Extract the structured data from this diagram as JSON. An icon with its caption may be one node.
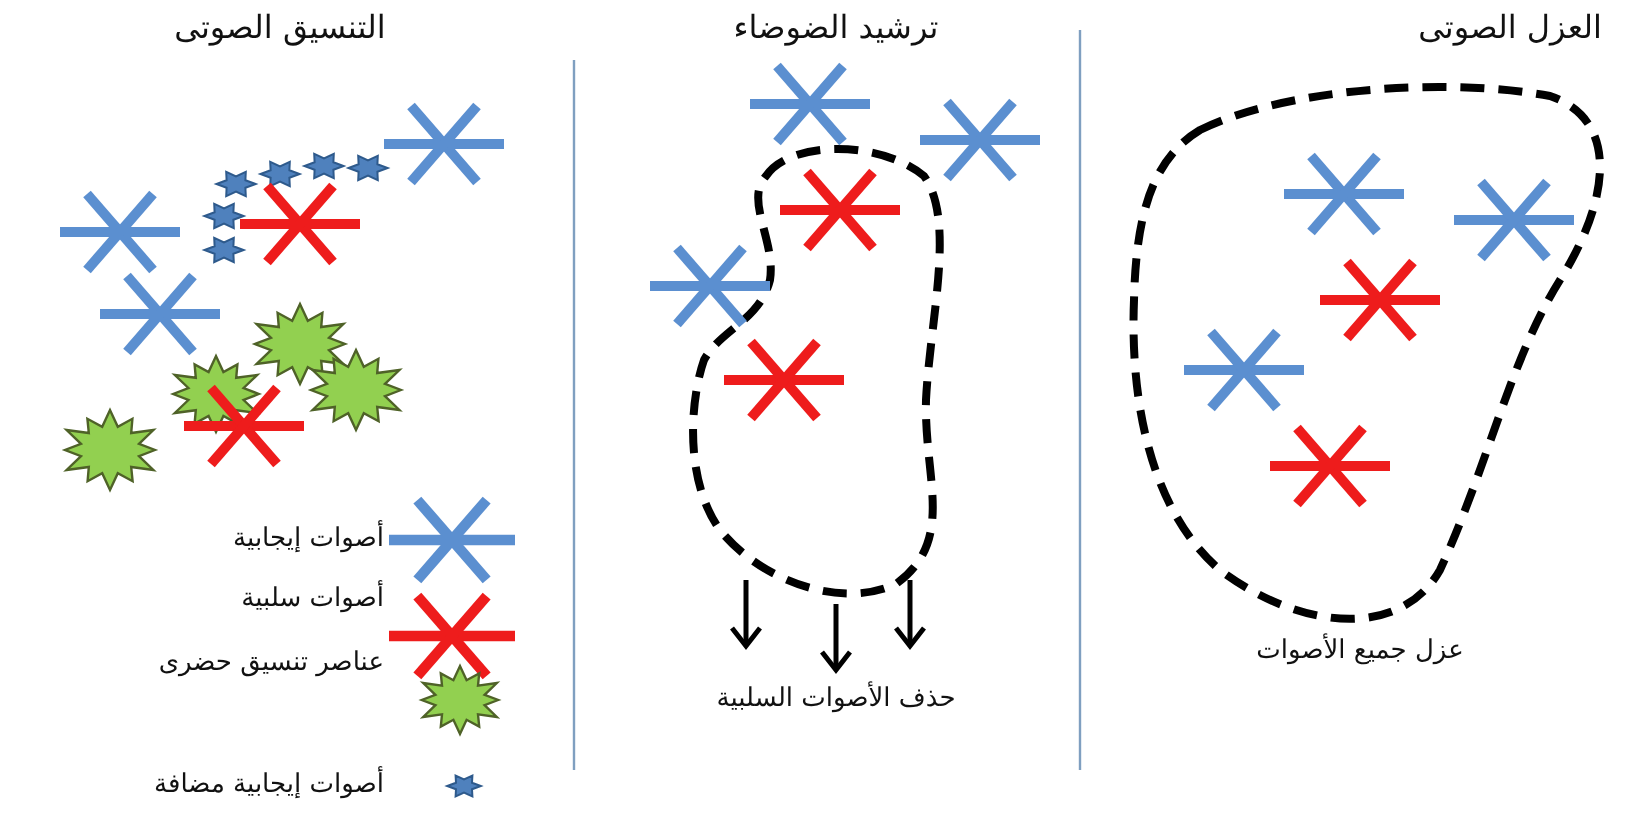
{
  "diagram": {
    "labels": [
      "التنسيق الصوتى",
      "ترشيد الضوضاء",
      "العزل الصوتى",
      "حذف الأصوات السلبية",
      "عزل جميع الأصوات"
    ],
    "legend": [
      {
        "text": "أصوات إيجابية"
      },
      {
        "text": "أصوات سلبية"
      },
      {
        "text": "عناصر تنسيق حضرى"
      },
      {
        "text": "أصوات إيجابية مضافة"
      }
    ]
  }
}
